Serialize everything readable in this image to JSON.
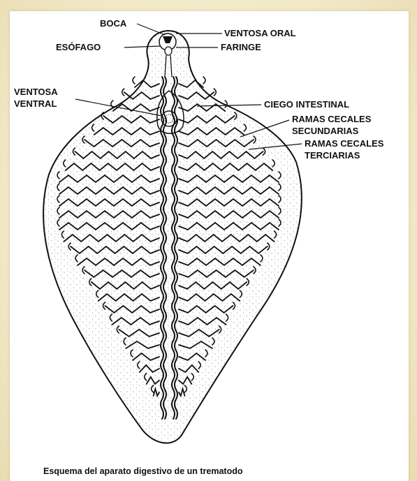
{
  "labels": {
    "boca": "BOCA",
    "esofago": "ESÓFAGO",
    "ventosa_oral": "VENTOSA ORAL",
    "faringe": "FARINGE",
    "ventosa_ventral_1": "VENTOSA",
    "ventosa_ventral_2": "VENTRAL",
    "ciego_intestinal": "CIEGO INTESTINAL",
    "ramas_secundarias_1": "RAMAS CECALES",
    "ramas_secundarias_2": "SECUNDARIAS",
    "ramas_terciarias_1": "RAMAS CECALES",
    "ramas_terciarias_2": "TERCIARIAS"
  },
  "caption": "Esquema del aparato digestivo de un trematodo",
  "colors": {
    "slide_background": "#f3ecd0",
    "figure_background": "#ffffff",
    "ink": "#111111"
  }
}
